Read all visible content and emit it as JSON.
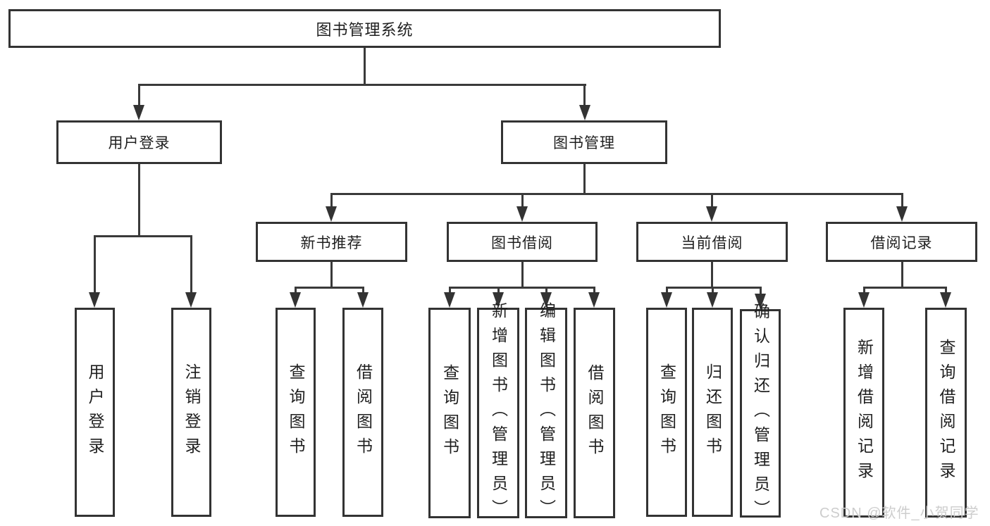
{
  "colors": {
    "background": "#ffffff",
    "box_border": "#333333",
    "connector_line": "#3a3a3a",
    "text": "#1f1f1f",
    "watermark": "#cdcdcd"
  },
  "diagram": {
    "title_node": {
      "label": "图书管理系统"
    },
    "level2": [
      {
        "id": "user-login",
        "label": "用户登录"
      },
      {
        "id": "book-management",
        "label": "图书管理"
      }
    ],
    "level3": [
      {
        "id": "new-book-recommend",
        "parent": "图书管理",
        "label": "新书推荐"
      },
      {
        "id": "book-borrowing",
        "parent": "图书管理",
        "label": "图书借阅"
      },
      {
        "id": "current-borrowing",
        "parent": "图书管理",
        "label": "当前借阅"
      },
      {
        "id": "borrowing-records",
        "parent": "图书管理",
        "label": "借阅记录"
      }
    ],
    "leaves": [
      {
        "id": "user-login-action",
        "parent": "用户登录",
        "label": "用户登录"
      },
      {
        "id": "logout-action",
        "parent": "用户登录",
        "label": "注销登录"
      },
      {
        "id": "nb-query-books",
        "parent": "新书推荐",
        "label": "查询图书"
      },
      {
        "id": "nb-borrow-books",
        "parent": "新书推荐",
        "label": "借阅图书"
      },
      {
        "id": "bb-query-books",
        "parent": "图书借阅",
        "label": "查询图书"
      },
      {
        "id": "bb-add-books-admin",
        "parent": "图书借阅",
        "label": "新增图书（管理员）"
      },
      {
        "id": "bb-edit-books-admin",
        "parent": "图书借阅",
        "label": "编辑图书（管理员）"
      },
      {
        "id": "bb-borrow-books",
        "parent": "图书借阅",
        "label": "借阅图书"
      },
      {
        "id": "cb-query-books",
        "parent": "当前借阅",
        "label": "查询图书"
      },
      {
        "id": "cb-return-books",
        "parent": "当前借阅",
        "label": "归还图书"
      },
      {
        "id": "cb-confirm-return-admin",
        "parent": "当前借阅",
        "label": "确认归还（管理员）"
      },
      {
        "id": "br-add-record",
        "parent": "借阅记录",
        "label": "新增借阅记录"
      },
      {
        "id": "br-query-record",
        "parent": "借阅记录",
        "label": "查询借阅记录"
      }
    ]
  },
  "watermark": {
    "text": "CSDN @软件_小贺同学"
  }
}
